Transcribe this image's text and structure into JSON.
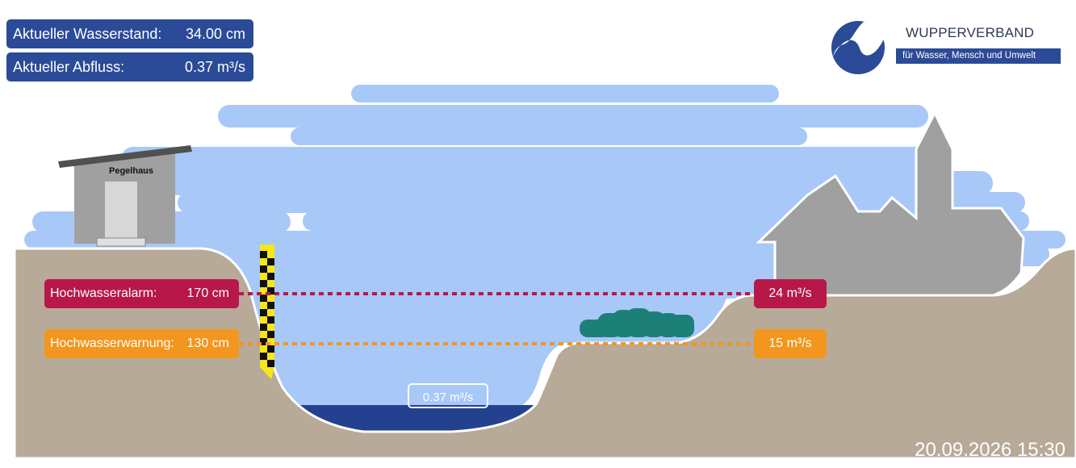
{
  "status": {
    "water_level_label": "Aktueller Wasserstand:",
    "water_level_value": "34.00 cm",
    "discharge_label": "Aktueller Abfluss:",
    "discharge_value": "0.37 m³/s"
  },
  "logo": {
    "title": "WUPPERVERBAND",
    "subtitle": "für Wasser, Mensch und Umwelt"
  },
  "pegelhaus_label": "Pegelhaus",
  "alarm": {
    "label": "Hochwasseralarm:",
    "level": "170 cm",
    "flow": "24 m³/s",
    "color": "#b8174a"
  },
  "warning": {
    "label": "Hochwasserwarnung:",
    "level": "130 cm",
    "flow": "15 m³/s",
    "color": "#f2961f"
  },
  "current_flow_label": "0.37 m³/s",
  "timestamp": "20.09.2026 15:30",
  "colors": {
    "sky": "#a8c8f8",
    "ground": "#b8aa98",
    "water": "#24418f",
    "building": "#a0a0a0",
    "bushes": "#1d8077",
    "brand": "#2b4a97"
  }
}
